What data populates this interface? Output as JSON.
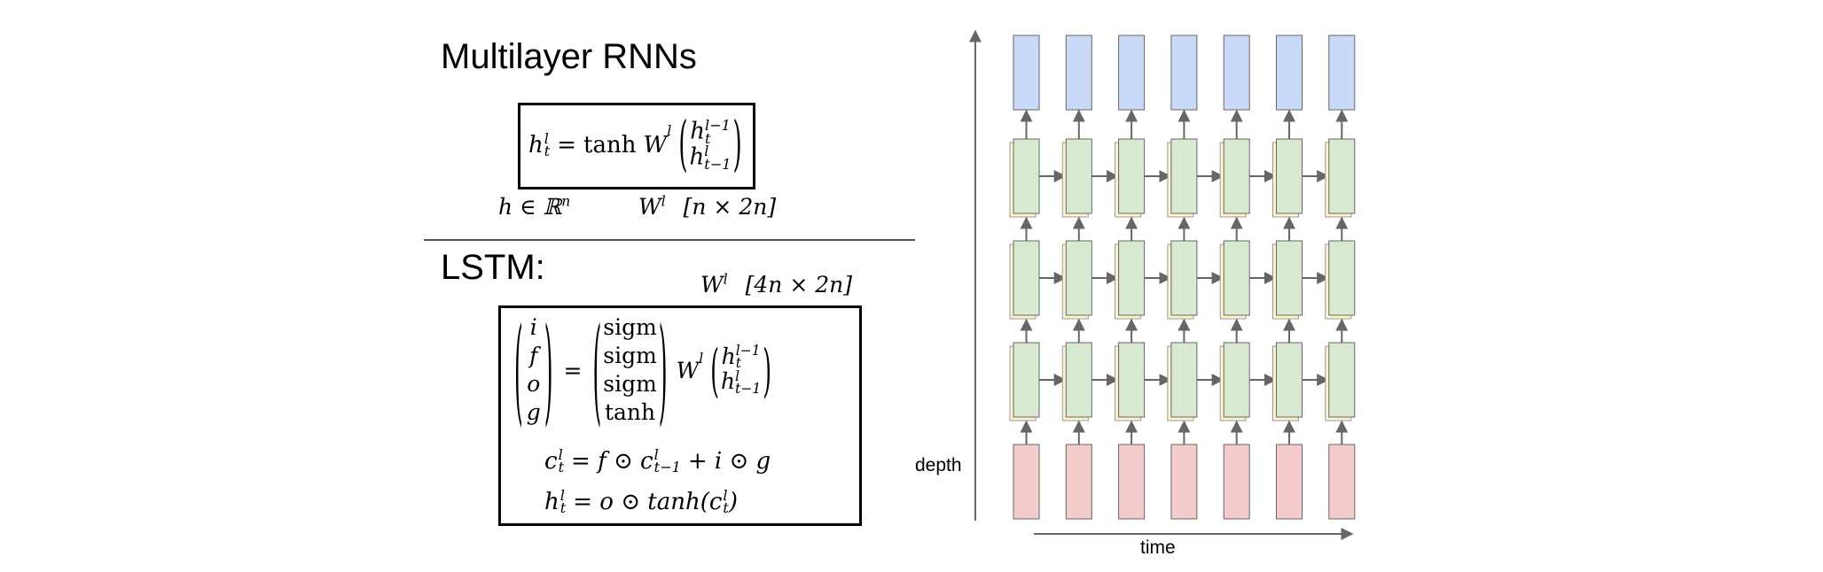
{
  "left": {
    "rnn_title": "Multilayer RNNs",
    "rnn_eq": {
      "lhs_h": "h",
      "lhs_sup": "l",
      "lhs_sub": "t",
      "equals": "=",
      "tanh": "tanh",
      "W": "W",
      "W_sup": "l",
      "vec_top_h": "h",
      "vec_top_sup": "l−1",
      "vec_top_sub": "t",
      "vec_bot_h": "h",
      "vec_bot_sup": "l",
      "vec_bot_sub": "t−1"
    },
    "rnn_dims": {
      "h_in": "h ∈ ℝ",
      "h_in_sup": "n",
      "W": "W",
      "W_sup": "l",
      "W_shape": "[n × 2n]"
    },
    "lstm_title": "LSTM:",
    "lstm_dims": {
      "W": "W",
      "W_sup": "l",
      "W_shape": "[4n × 2n]"
    },
    "lstm_gates": [
      "i",
      "f",
      "o",
      "g"
    ],
    "lstm_acts": [
      "sigm",
      "sigm",
      "sigm",
      "tanh"
    ],
    "lstm_c_eq": {
      "c": "c",
      "sup": "l",
      "sub": "t",
      "rhs_a": "= f ⊙ c",
      "rhs_sup": "l",
      "rhs_sub": "t−1",
      "rhs_b": "+ i ⊙ g"
    },
    "lstm_h_eq": {
      "h": "h",
      "sup": "l",
      "sub": "t",
      "rhs_a": "= o ⊙ tanh(c",
      "rhs_sup": "l",
      "rhs_sub": "t",
      "rhs_b": ")"
    }
  },
  "diagram": {
    "depth_label": "depth",
    "time_label": "time",
    "columns": 7,
    "hidden_layers": 3,
    "colors": {
      "output": "#c9daf8",
      "hidden": "#d9ead3",
      "hidden_shadow": "#fff2cc",
      "input": "#f4cccc",
      "stroke": "#666666",
      "arrow": "#666666"
    }
  }
}
